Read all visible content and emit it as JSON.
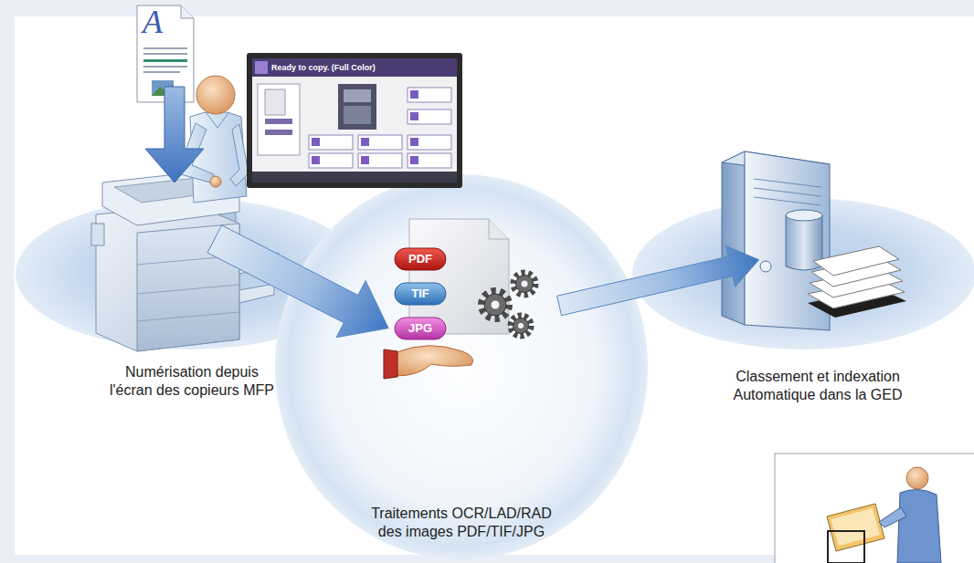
{
  "diagram": {
    "nodes": [
      {
        "text": [
          "Numérisation depuis l'écran des copieurs MFP"
        ]
      },
      {
        "text": [
          "Traitements OCR/LAD/RAD des images PDF/TIF/JPG"
        ]
      },
      {
        "text": [
          "Classement et indexation Automatique dans la GED"
        ]
      }
    ],
    "edges": [
      {
        "from": 0,
        "to": 1,
        "arrow": "to"
      },
      {
        "from": 1,
        "to": 2,
        "arrow": "to"
      }
    ],
    "labels": [
      "A",
      "Ready to copy. (Full Color)",
      "PDF",
      "TIF",
      "JPG"
    ]
  }
}
